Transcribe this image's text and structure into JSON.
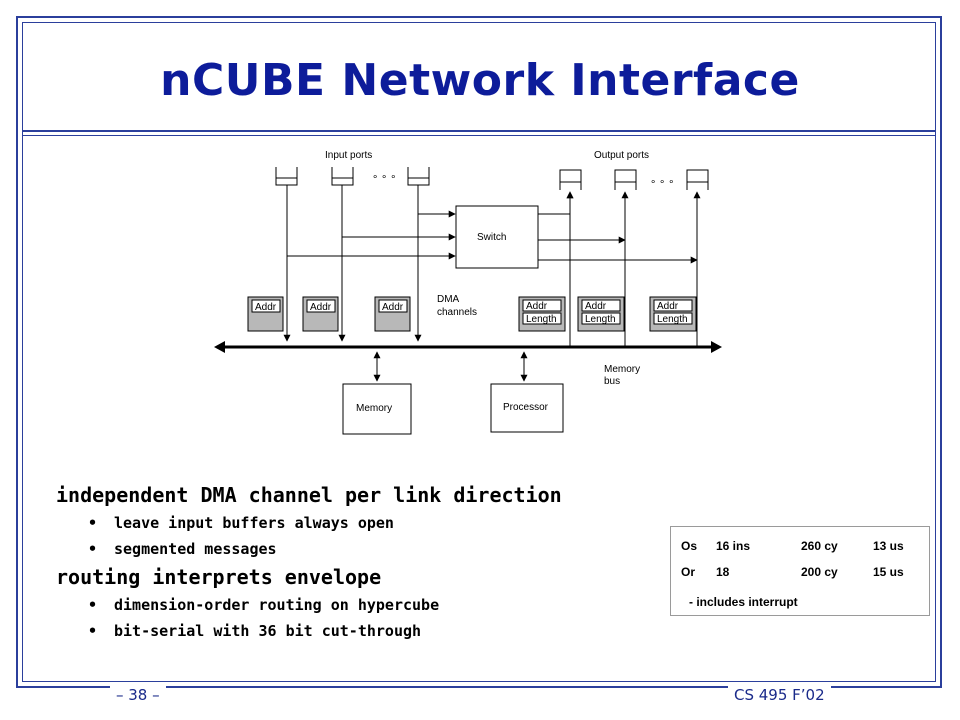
{
  "slide": {
    "title": "nCUBE Network Interface",
    "footer_left": "– 38 –",
    "footer_right": "CS 495 F’02"
  },
  "diagram": {
    "input_ports_label": "Input ports",
    "output_ports_label": "Output ports",
    "ellipsis": "∘ ∘ ∘",
    "switch_label": "Switch",
    "dma_label_1": "DMA",
    "dma_label_2": "channels",
    "addr_label": "Addr",
    "length_label": "Length",
    "memory_label": "Memory",
    "processor_label": "Processor",
    "memory_bus_label_1": "Memory",
    "memory_bus_label_2": "bus"
  },
  "bullets": [
    {
      "level": 1,
      "text": "independent DMA channel per link direction"
    },
    {
      "level": 2,
      "text": "leave input buffers always open"
    },
    {
      "level": 2,
      "text": "segmented messages"
    },
    {
      "level": 1,
      "text": "routing interprets envelope"
    },
    {
      "level": 2,
      "text": "dimension-order routing on hypercube"
    },
    {
      "level": 2,
      "text": "bit-serial with 36 bit cut-through"
    }
  ],
  "stats": {
    "rows": [
      [
        "Os",
        "16 ins",
        "260 cy",
        "13 us"
      ],
      [
        "Or",
        "18",
        "200 cy",
        "15 us"
      ]
    ],
    "note": "- includes interrupt"
  },
  "colors": {
    "frame": "#2b3f9c",
    "title": "#0d1c9a",
    "dma_box": "#b8b8b8"
  }
}
